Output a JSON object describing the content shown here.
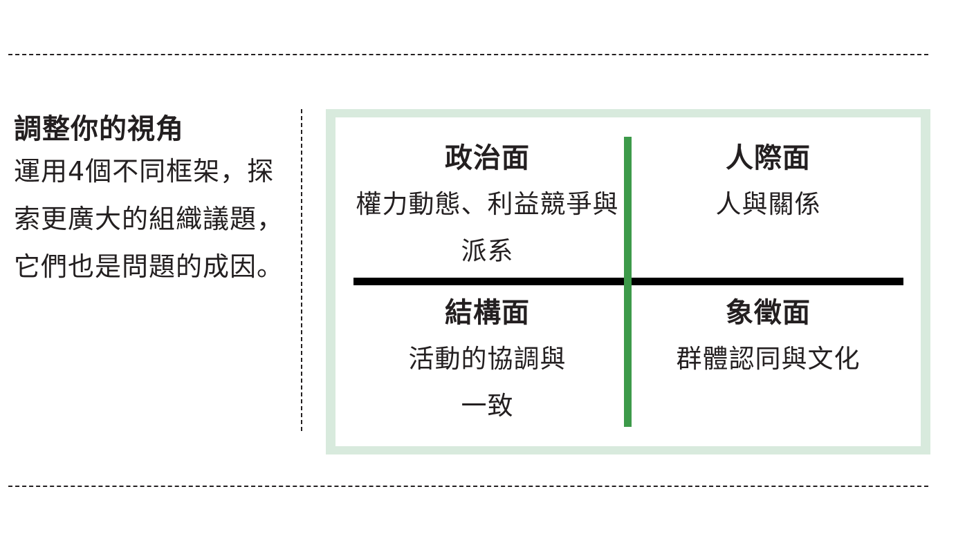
{
  "sidebar": {
    "title": "調整你的視角",
    "body": "運用4個不同框架，探索更廣大的組織議題，它們也是問題的成因。"
  },
  "quadrants": {
    "political": {
      "title": "政治面",
      "desc": "權力動態、利益競爭與派系"
    },
    "human": {
      "title": "人際面",
      "desc": "人與關係"
    },
    "structural": {
      "title": "結構面",
      "desc": "活動的協調與一致"
    },
    "symbolic": {
      "title": "象徵面",
      "desc": "群體認同與文化"
    }
  },
  "colors": {
    "frame_border": "#d8eadd",
    "vertical_axis": "#3d9a4a",
    "horizontal_axis": "#000000",
    "text": "#231f20"
  }
}
